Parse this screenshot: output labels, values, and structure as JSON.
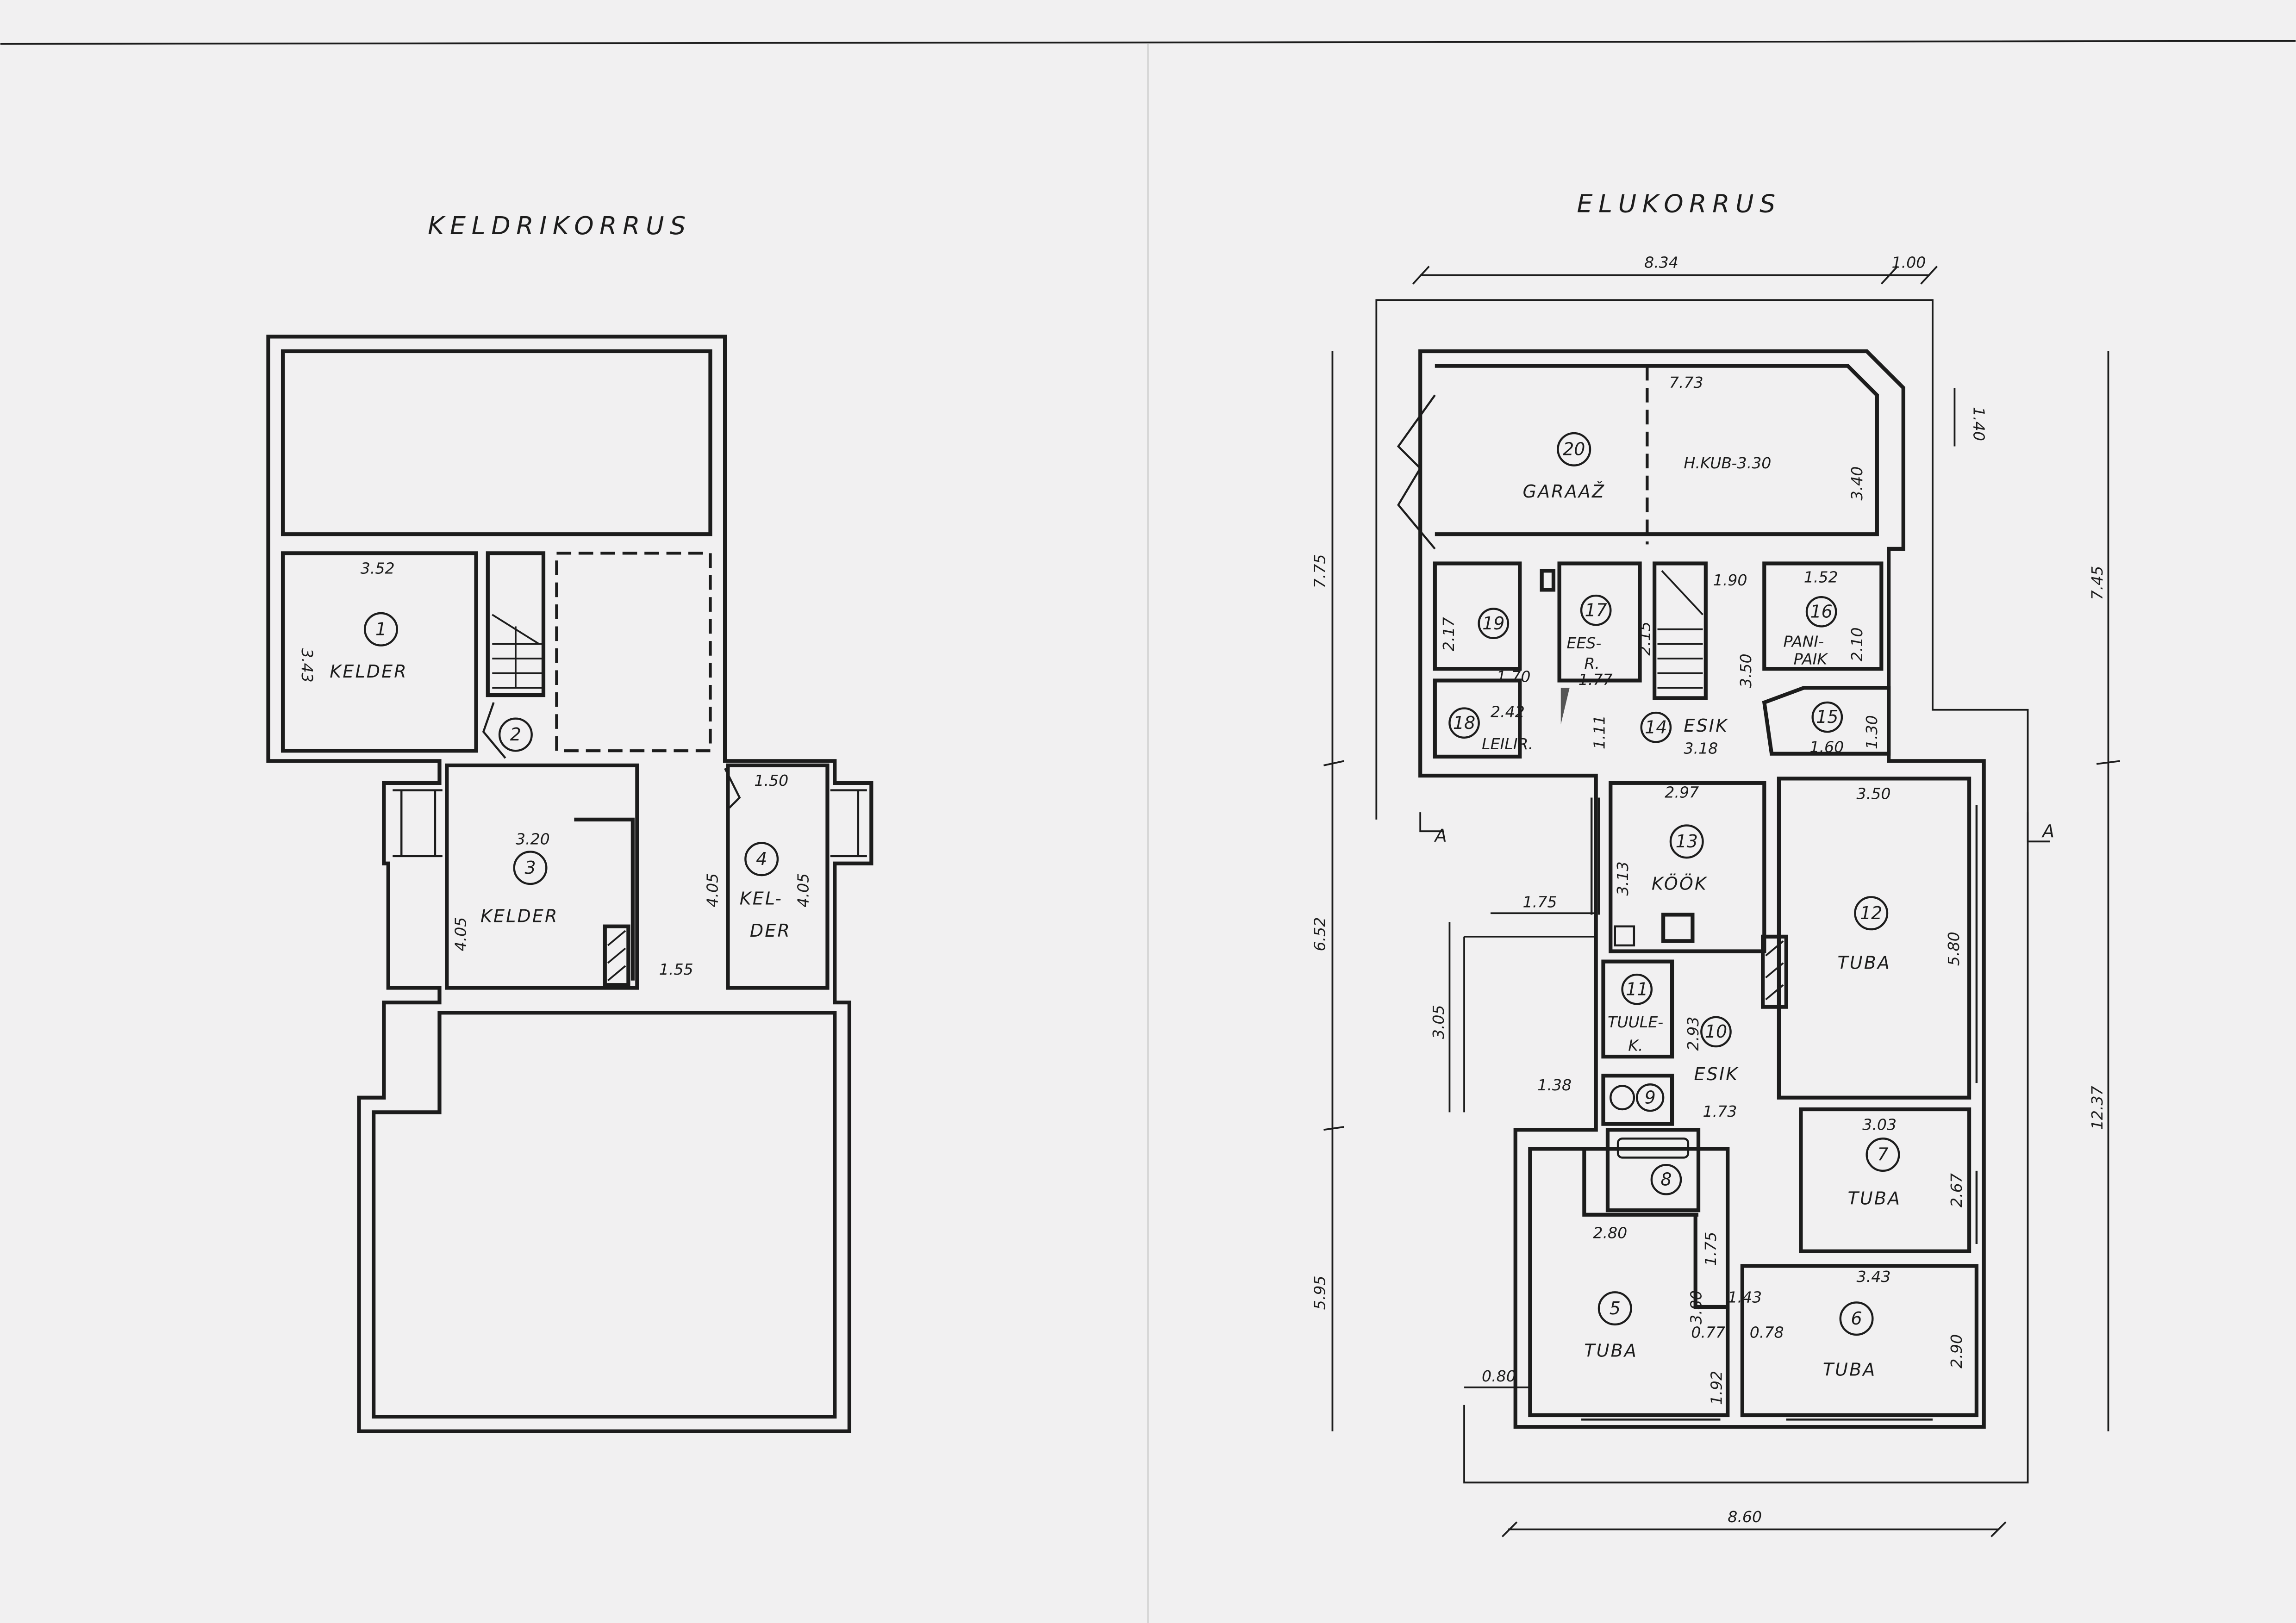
{
  "basement": {
    "title": "KELDRIKORRUS",
    "rooms": {
      "r1": {
        "num": "1",
        "label": "KELDER",
        "width": "3.52",
        "depth": "3.43"
      },
      "r2": {
        "num": "2"
      },
      "r3": {
        "num": "3",
        "label": "KELDER",
        "width": "3.20",
        "depth": "4.05",
        "extra": "1.55"
      },
      "r4": {
        "num": "4",
        "label1": "KEL-",
        "label2": "DER",
        "width": "1.50",
        "depth_left": "4.05",
        "depth_right": "4.05"
      }
    }
  },
  "living": {
    "title": "ELUKORRUS",
    "dims": {
      "top_main": "8.34",
      "top_side": "1.00",
      "chimney": "1.40",
      "left_top": "7.75",
      "left_mid": "6.52",
      "left_bot": "5.95",
      "right_top": "7.45",
      "right_total": "12.37",
      "bottom": "8.60",
      "terrace_w": "1.75",
      "terrace_h": "3.05",
      "wing": "0.80",
      "section_left": "A",
      "section_right": "A"
    },
    "rooms": {
      "r20": {
        "num": "20",
        "label": "GARAAŽ",
        "note": "H.KUB-3.30",
        "width": "7.73",
        "depth": "3.40"
      },
      "r19": {
        "num": "19",
        "depth": "2.17"
      },
      "r17": {
        "num": "17",
        "label1": "EES-",
        "label2": "R.",
        "width": "1.77",
        "depth": "2.15"
      },
      "r18": {
        "num": "18",
        "label": "LEILIR.",
        "width": "2.42",
        "top": "1.70"
      },
      "r14": {
        "num": "14",
        "label": "ESIK",
        "width": "3.18",
        "depth": "1.11",
        "stair": "1.90",
        "side": "3.50"
      },
      "r16": {
        "num": "16",
        "label1": "PANI-",
        "label2": "PAIK",
        "width": "1.52",
        "depth": "2.10"
      },
      "r15": {
        "num": "15",
        "width": "1.60",
        "depth": "1.30"
      },
      "r13": {
        "num": "13",
        "label": "KÖÖK",
        "width": "2.97",
        "depth": "3.13"
      },
      "r12": {
        "num": "12",
        "label": "TUBA",
        "width": "3.50",
        "depth": "5.80"
      },
      "r11": {
        "num": "11",
        "label1": "TUULE-",
        "label2": "K."
      },
      "r10": {
        "num": "10",
        "label": "ESIK",
        "depth": "2.93",
        "width": "1.73"
      },
      "r9": {
        "num": "9",
        "width": "1.38"
      },
      "r8": {
        "num": "8",
        "width": "2.80"
      },
      "r7": {
        "num": "7",
        "label": "TUBA",
        "width": "3.03",
        "depth": "2.67"
      },
      "r5": {
        "num": "5",
        "label": "TUBA",
        "depth": "3.80",
        "hall_depth": "1.75",
        "hall_width": "1.43",
        "door": "0.77",
        "bottom": "1.92"
      },
      "r6": {
        "num": "6",
        "label": "TUBA",
        "width": "3.43",
        "door": "0.78",
        "depth": "2.90"
      }
    }
  }
}
